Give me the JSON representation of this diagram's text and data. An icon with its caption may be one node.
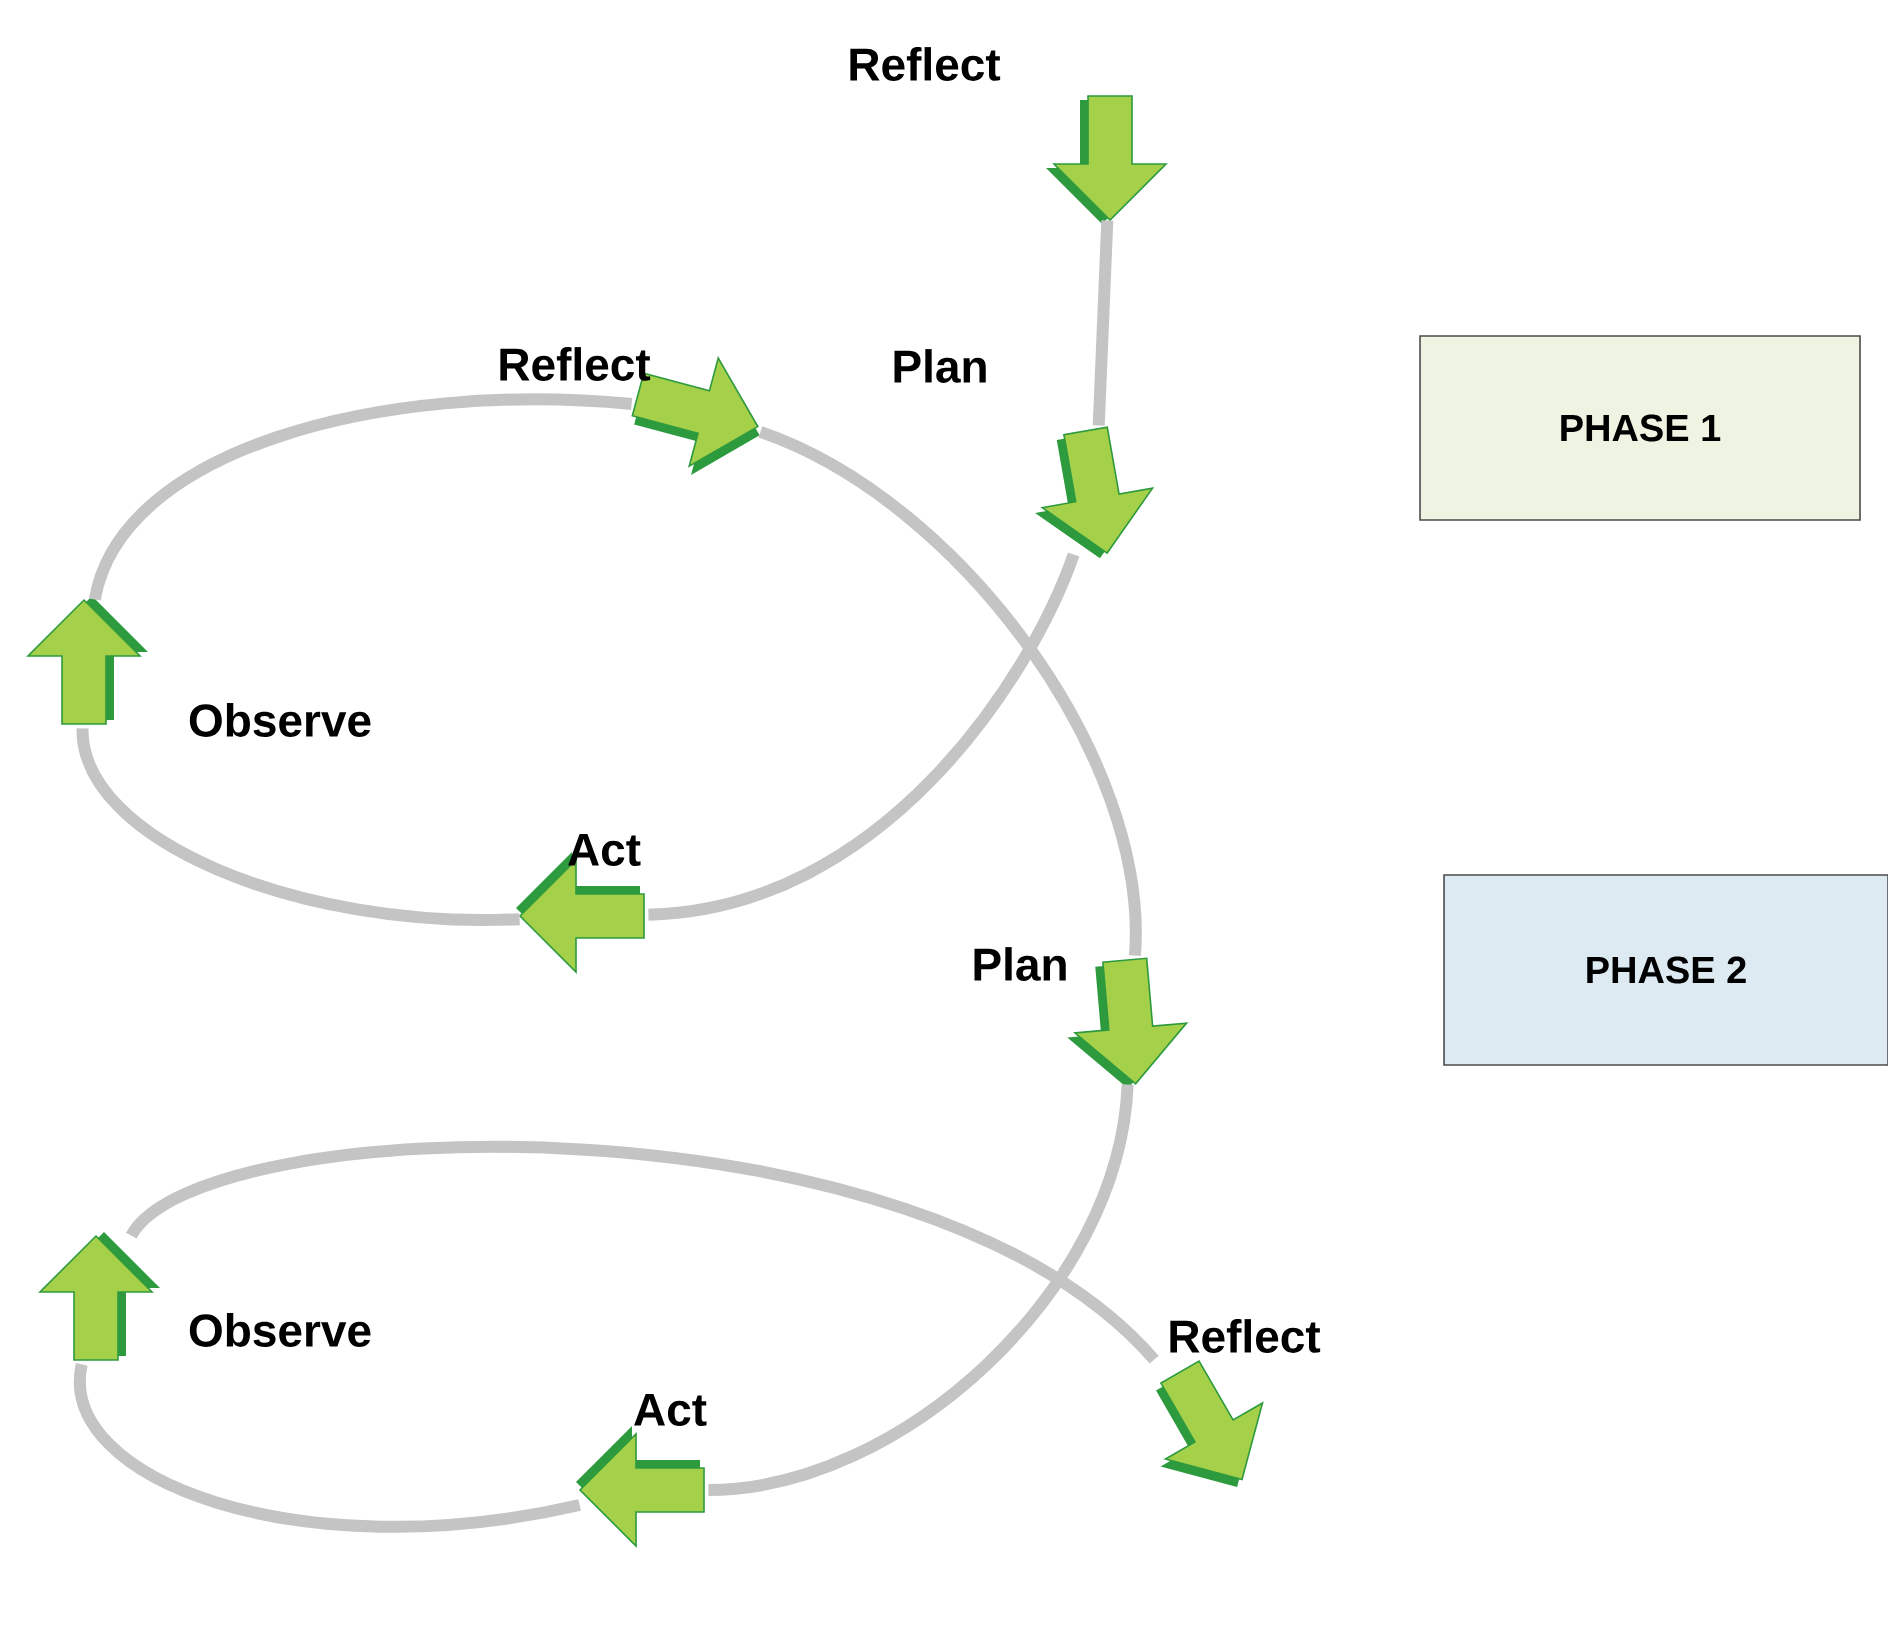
{
  "diagram": {
    "nodes": [
      {
        "text": [
          "Reflect"
        ]
      },
      {
        "text": [
          "Plan"
        ]
      },
      {
        "text": [
          "Act"
        ]
      },
      {
        "text": [
          "Observe"
        ]
      },
      {
        "text": [
          "Reflect"
        ]
      },
      {
        "text": [
          "Plan"
        ]
      },
      {
        "text": [
          "Act"
        ]
      },
      {
        "text": [
          "Observe"
        ]
      },
      {
        "text": [
          "Reflect"
        ]
      },
      {
        "text": [
          "PHASE 1"
        ]
      },
      {
        "text": [
          "PHASE 2"
        ]
      }
    ],
    "edges": [
      {
        "from": 0,
        "to": 1,
        "arrow": "none"
      },
      {
        "from": 1,
        "to": 2,
        "arrow": "none"
      },
      {
        "from": 2,
        "to": 3,
        "arrow": "none"
      },
      {
        "from": 3,
        "to": 4,
        "arrow": "none"
      },
      {
        "from": 4,
        "to": 5,
        "arrow": "none"
      },
      {
        "from": 5,
        "to": 6,
        "arrow": "none"
      },
      {
        "from": 6,
        "to": 7,
        "arrow": "none"
      },
      {
        "from": 7,
        "to": 8,
        "arrow": "none"
      }
    ]
  }
}
